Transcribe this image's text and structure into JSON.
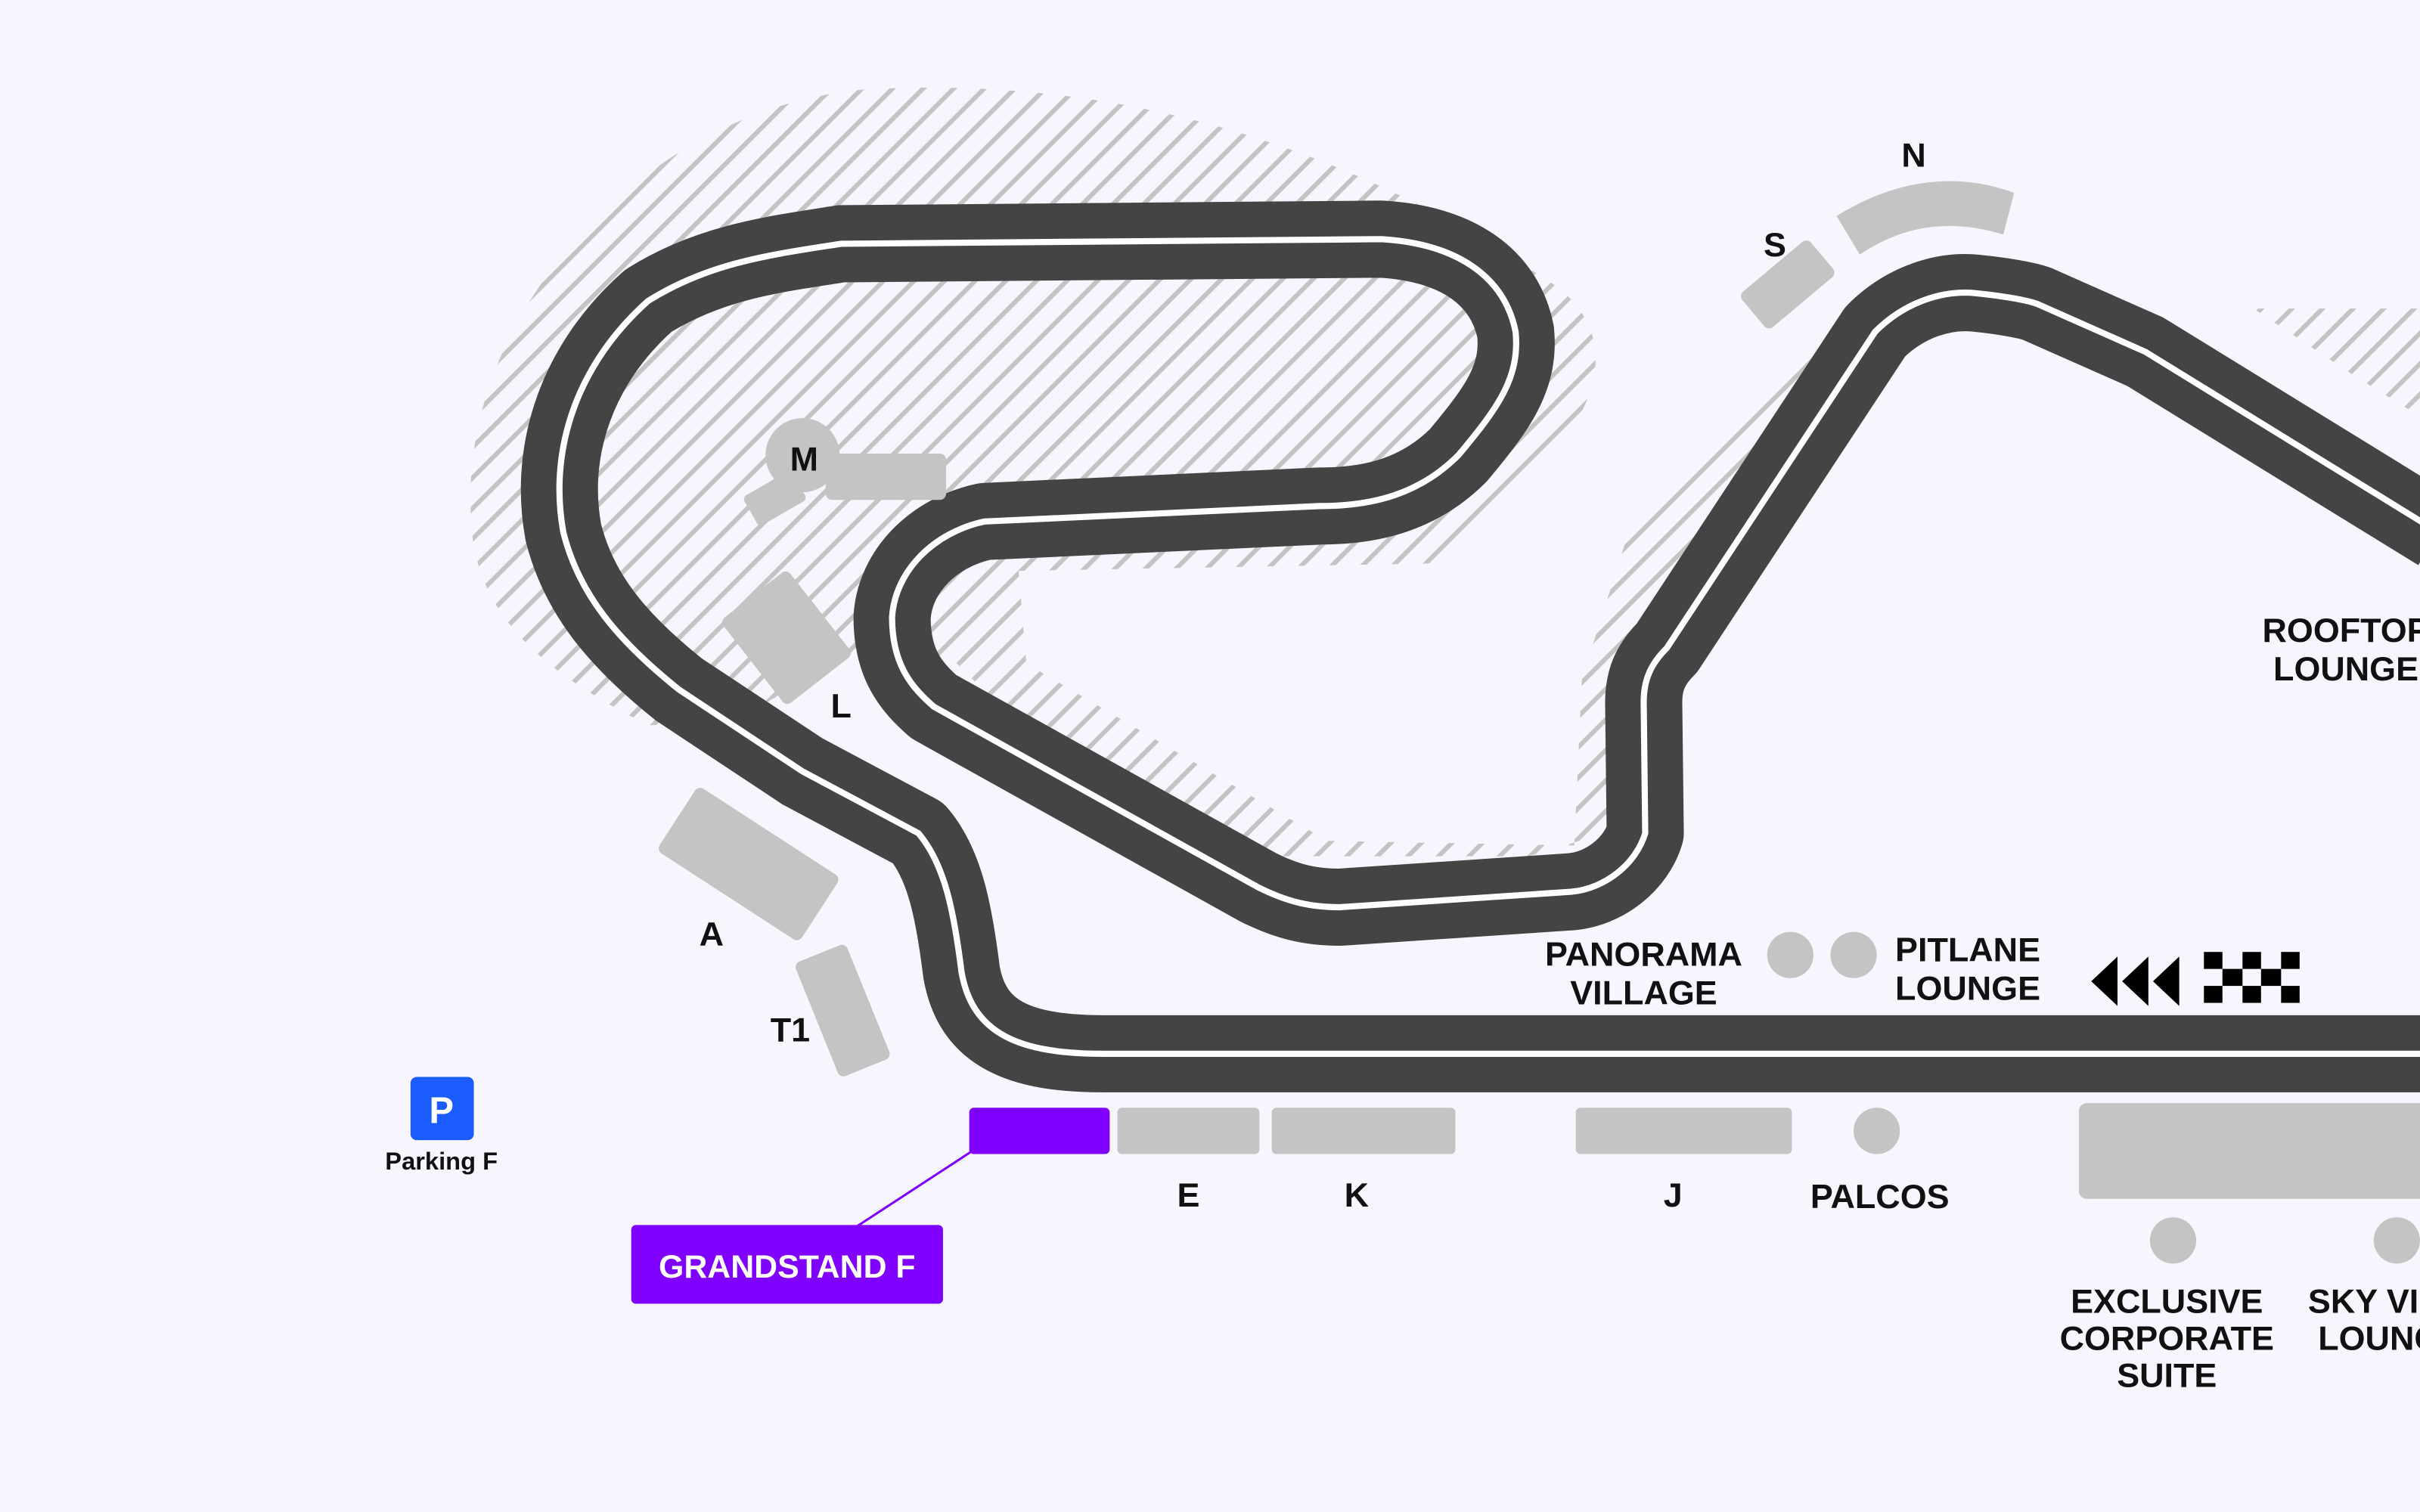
{
  "colors": {
    "background": "#f7f6fe",
    "track": "#444444",
    "building": "#c4c4c4",
    "selected": "#7f00ff",
    "parking": "#1a5cff"
  },
  "sections": {
    "A": "A",
    "T1": "T1",
    "L": "L",
    "M": "M",
    "S": "S",
    "N": "N",
    "E": "E",
    "K": "K",
    "J": "J",
    "palcos": "PALCOS"
  },
  "hospitality": {
    "panorama_line1": "PANORAMA",
    "panorama_line2": "VILLAGE",
    "pitlane_line1": "PITLANE",
    "pitlane_line2": "LOUNGE",
    "rooftop_line1": "ROOFTOP",
    "rooftop_line2": "LOUNGE",
    "corporate_line1": "EXCLUSIVE",
    "corporate_line2": "CORPORATE",
    "corporate_line3": "SUITE",
    "sky_line1": "SKY VIEW",
    "sky_line2": "LOUNGE"
  },
  "selected": {
    "label": "GRANDSTAND F"
  },
  "parking": {
    "icon": "P",
    "label": "Parking F"
  },
  "icons": {
    "direction": "triple-chevron-left-icon",
    "finish": "checkered-flag-icon"
  }
}
